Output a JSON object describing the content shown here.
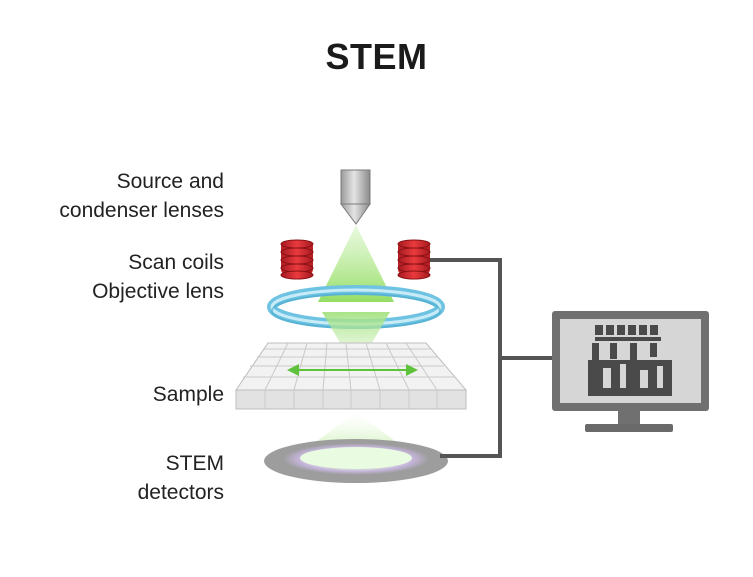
{
  "title": "STEM",
  "labels": {
    "source_line1": "Source and",
    "source_line2": "condenser lenses",
    "scan_coils": "Scan coils",
    "objective_lens": "Objective lens",
    "sample": "Sample",
    "detectors_line1": "STEM",
    "detectors_line2": "detectors"
  },
  "colors": {
    "coil_red": "#d8262b",
    "lens_blue": "#8fd3ea",
    "beam_green": "#9fe07a",
    "arrow_green": "#5fc23c",
    "wire_gray": "#555555",
    "monitor_gray": "#6d6d6d",
    "detector_gray": "#a8a8a8"
  },
  "icons": {
    "source": "electron-source-icon",
    "monitor": "monitor-icon"
  }
}
